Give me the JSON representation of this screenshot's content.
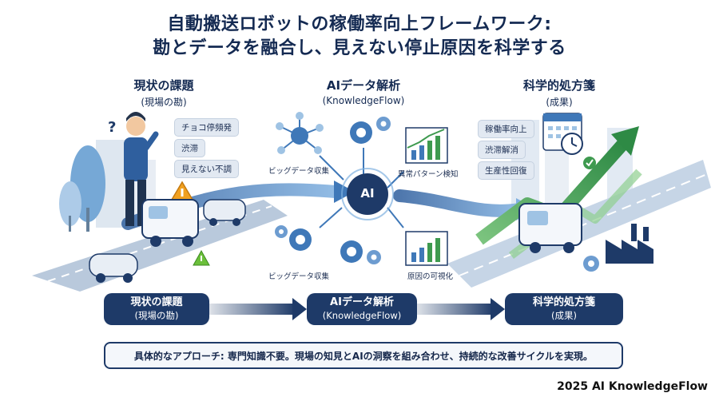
{
  "title": {
    "line1": "自動搬送ロボットの稼働率向上フレームワーク:",
    "line2": "勘とデータを融合し、見えない停止原因を科学する"
  },
  "columns": {
    "current": {
      "heading": "現状の課題",
      "sub": "(現場の勘)",
      "issues": [
        "チョコ停頻発",
        "渋滞",
        "見えない不調"
      ]
    },
    "analysis": {
      "heading": "AIデータ解析",
      "sub": "(KnowledgeFlow)",
      "center_label": "AI",
      "labels": {
        "big_data_top": "ビッグデータ収集",
        "anomaly": "異常パターン検知",
        "big_data_bottom": "ビッグデータ収集",
        "visualize": "原因の可視化"
      }
    },
    "result": {
      "heading": "科学的処方箋",
      "sub": "(成果)",
      "outcomes": [
        "稼働率向上",
        "渋滞解消",
        "生産性回復"
      ]
    }
  },
  "banners": [
    {
      "label": "現状の課題",
      "sub": "(現場の勘)"
    },
    {
      "label": "AIデータ解析",
      "sub": "(KnowledgeFlow)"
    },
    {
      "label": "科学的処方箋",
      "sub": "(成果)"
    }
  ],
  "approach": "具体的なアプローチ: 専門知識不要。現場の知見とAIの洞察を組み合わせ、持続的な改善サイクルを実現。",
  "footer": "2025 AI KnowledgeFlow",
  "colors": {
    "navy": "#1e3a68",
    "blue": "#3f78b8",
    "green": "#3e9a4f",
    "warning": "#f0a020",
    "light_blue": "#e2e9f2"
  }
}
